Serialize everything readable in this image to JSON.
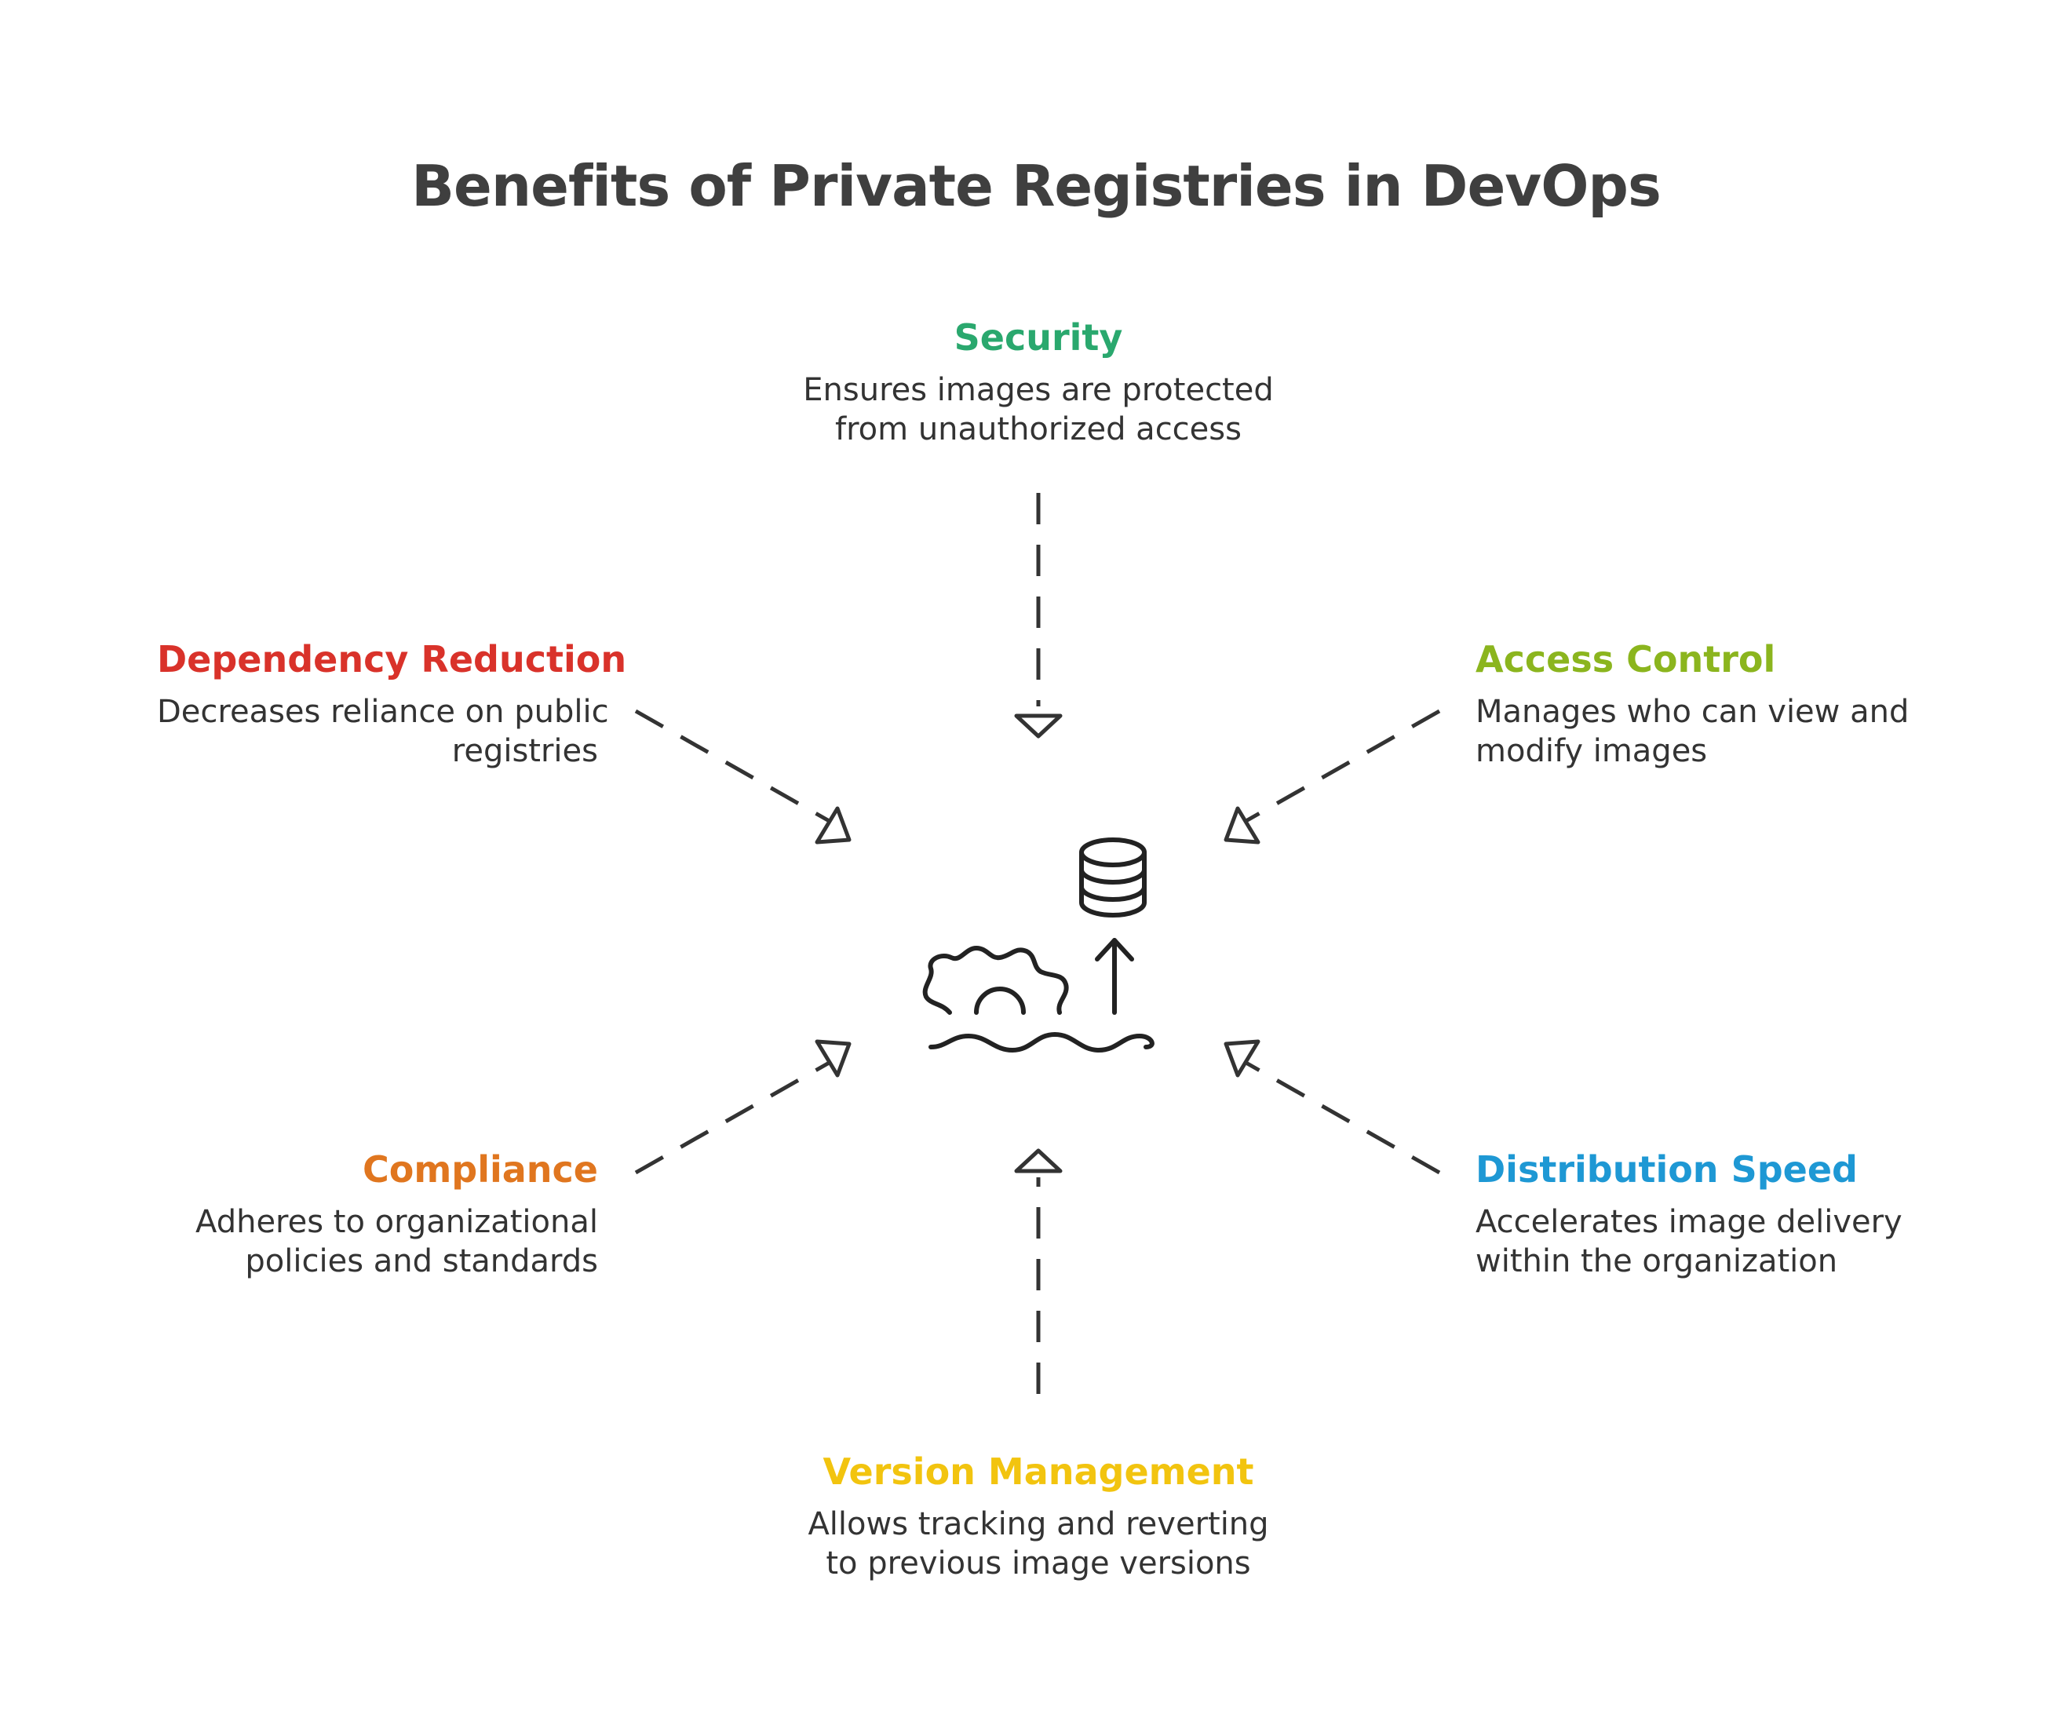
{
  "title": "Benefits of Private Registries in DevOps",
  "colors": {
    "security": "#2aa86e",
    "access_control": "#8bb51e",
    "distribution_speed": "#1e98d4",
    "version_management": "#f2c40f",
    "compliance": "#e0761f",
    "dependency_reduction": "#d9322a",
    "line": "#333333"
  },
  "benefits": {
    "security": {
      "heading": "Security",
      "desc": [
        "Ensures images are protected",
        "from unauthorized access"
      ]
    },
    "access_control": {
      "heading": "Access Control",
      "desc": [
        "Manages who can view and",
        "modify images"
      ]
    },
    "distribution_speed": {
      "heading": "Distribution Speed",
      "desc": [
        "Accelerates image delivery",
        "within the organization"
      ]
    },
    "version_management": {
      "heading": "Version Management",
      "desc": [
        "Allows tracking and reverting",
        "to previous image versions"
      ]
    },
    "compliance": {
      "heading": "Compliance",
      "desc": [
        "Adheres to organizational",
        "policies and standards"
      ]
    },
    "dependency_reduction": {
      "heading": "Dependency Reduction",
      "desc": [
        "Decreases reliance on public",
        "registries"
      ]
    }
  },
  "center_icons": [
    "gear-icon",
    "wave-icon",
    "arrow-up-icon",
    "database-icon"
  ]
}
